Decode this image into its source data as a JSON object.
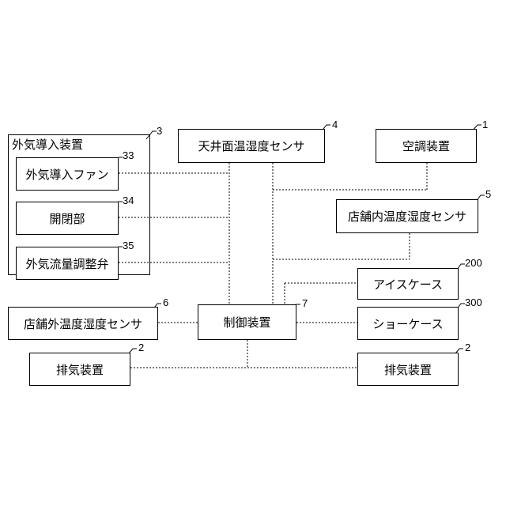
{
  "outdoor_air_unit": {
    "title": "外気導入装置",
    "ref": "3",
    "fan": {
      "label": "外気導入ファン",
      "ref": "33"
    },
    "shutter": {
      "label": "開閉部",
      "ref": "34"
    },
    "valve": {
      "label": "外気流量調整弁",
      "ref": "35"
    }
  },
  "ceiling_sensor": {
    "label": "天井面温湿度センサ",
    "ref": "4"
  },
  "air_conditioner": {
    "label": "空調装置",
    "ref": "1"
  },
  "indoor_sensor": {
    "label": "店舗内温度湿度センサ",
    "ref": "5"
  },
  "ice_case": {
    "label": "アイスケース",
    "ref": "200"
  },
  "show_case": {
    "label": "ショーケース",
    "ref": "300"
  },
  "outdoor_sensor": {
    "label": "店舗外温度湿度センサ",
    "ref": "6"
  },
  "controller": {
    "label": "制御装置",
    "ref": "7"
  },
  "exhaust_left": {
    "label": "排気装置",
    "ref": "2"
  },
  "exhaust_right": {
    "label": "排気装置",
    "ref": "2"
  }
}
